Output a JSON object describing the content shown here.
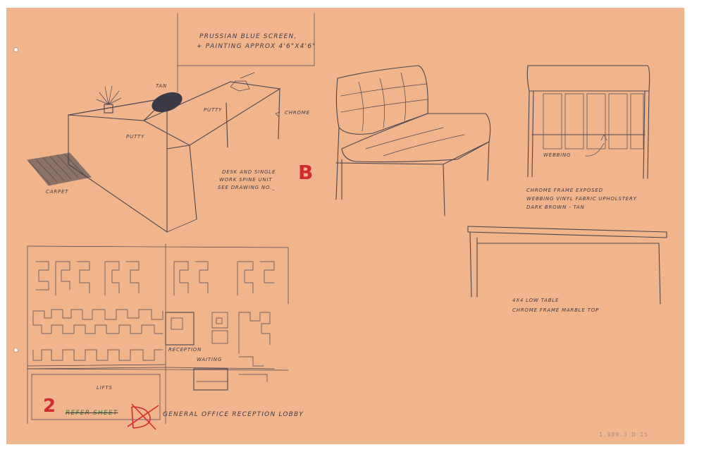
{
  "notes": {
    "screen_line1": "PRUSSIAN BLUE SCREEN,",
    "screen_line2": "+ PAINTING APPROX 4'6\"X4'6\"",
    "tan": "TAN",
    "putty_top": "PUTTY",
    "putty_side": "PUTTY",
    "chrome": "CHROME",
    "carpet": "CARPET",
    "desk_line1": "DESK AND SINGLE",
    "desk_line2": "WORK SPINE UNIT",
    "desk_line3": "SEE DRAWING NO._",
    "desk_ref": "B",
    "webbing": "WEBBING",
    "chair_line1": "CHROME FRAME EXPOSED",
    "chair_line2": "WEBBING VINYL FABRIC UPHOLSTERY",
    "chair_line3": "DARK BROWN - TAN",
    "table_line1": "4X4 LOW TABLE",
    "table_line2": "CHROME FRAME MARBLE TOP",
    "reception": "RECEPTION",
    "waiting": "WAITING",
    "lifts": "LIFTS",
    "sheet_number": "2",
    "refer_sheet": "REFER SHEET",
    "crossed_ref": "B",
    "lobby_caption": "GENERAL OFFICE RECEPTION LOBBY"
  },
  "stamp": "1.989.3 D 15"
}
